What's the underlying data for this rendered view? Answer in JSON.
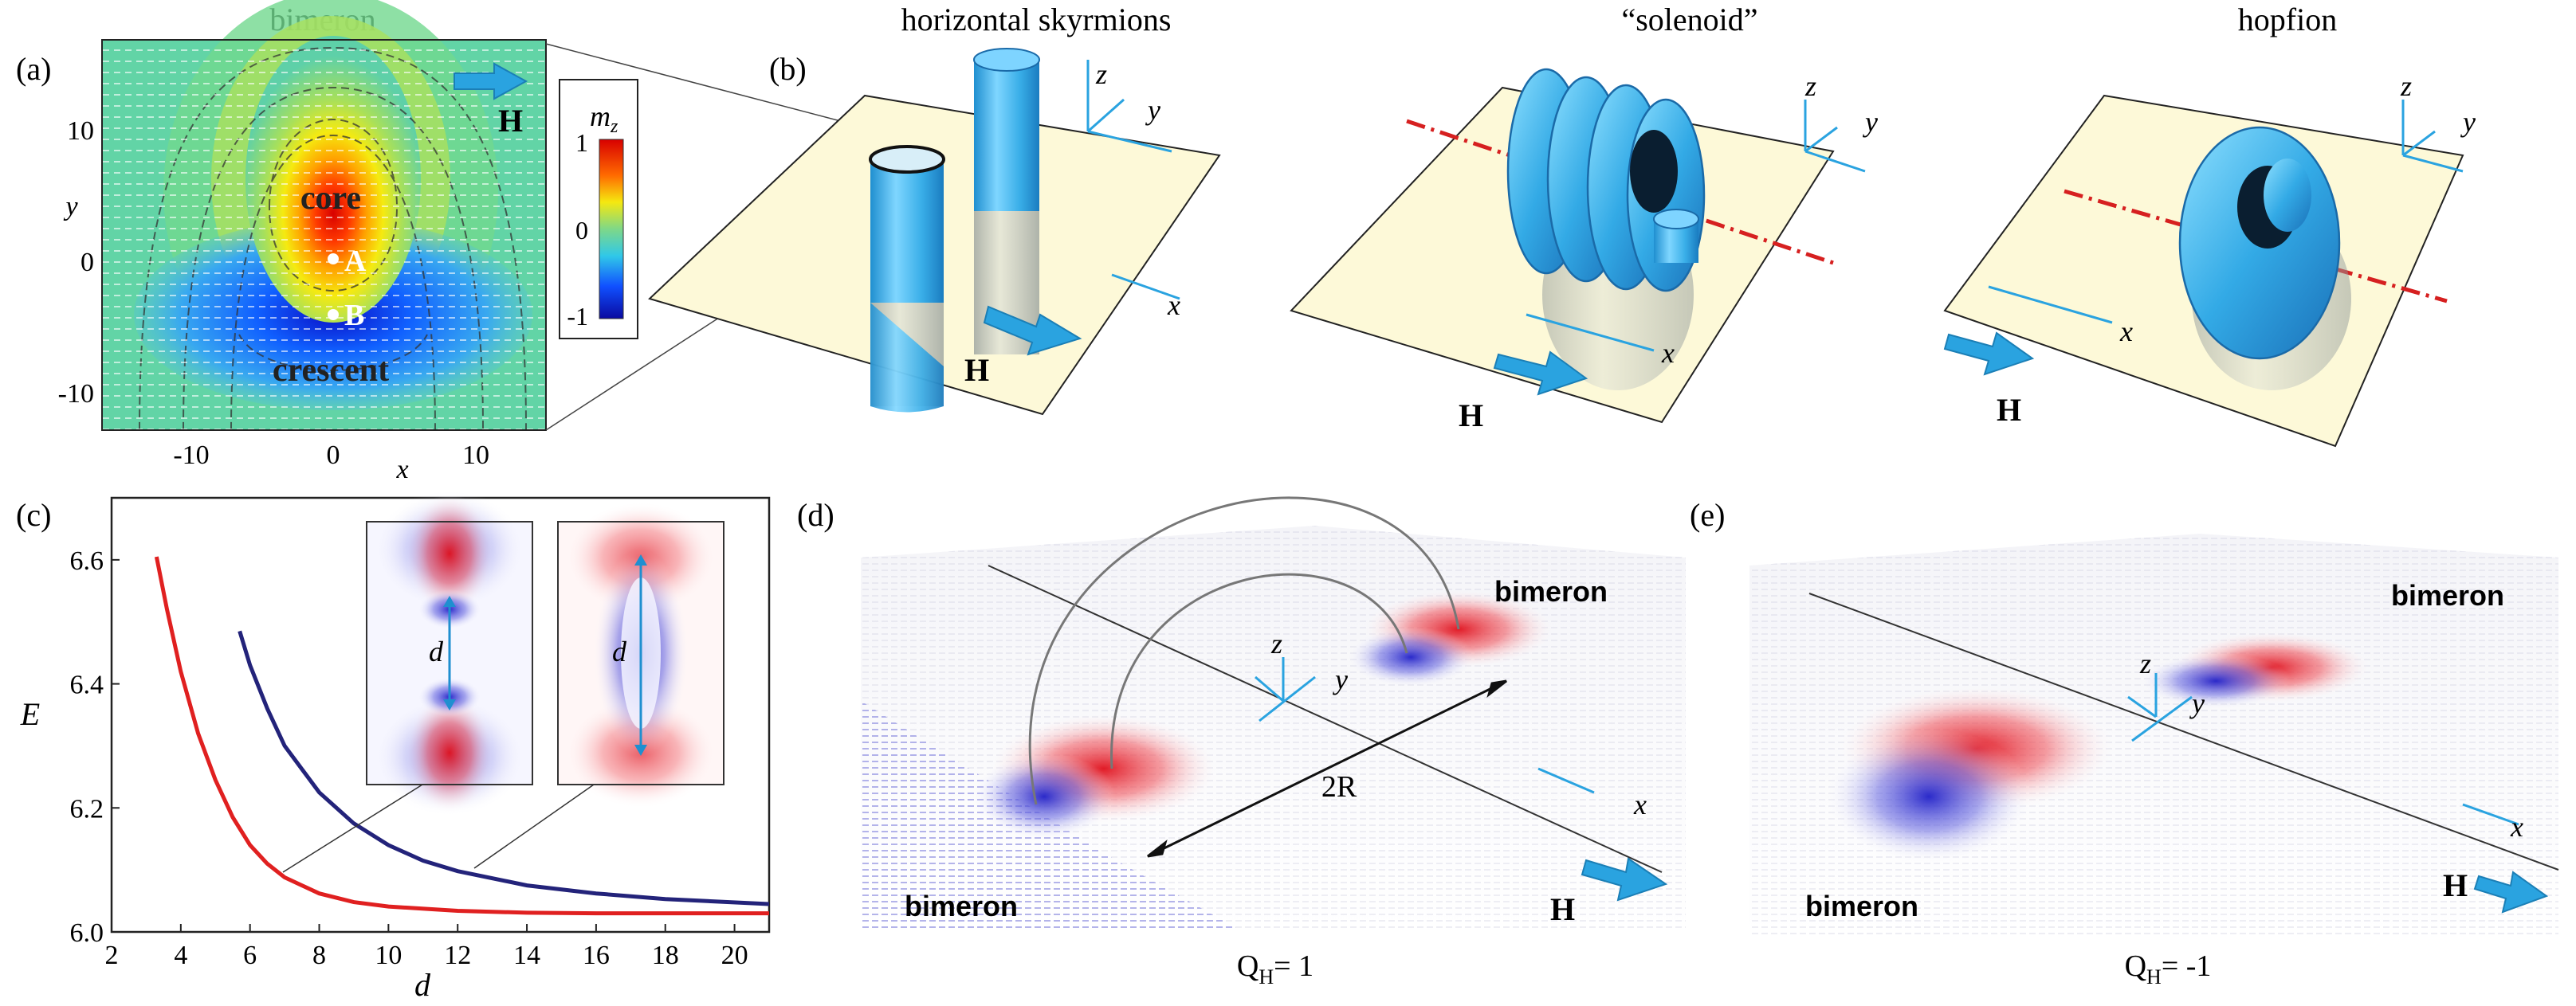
{
  "panels": {
    "a": {
      "letter": "(a)",
      "title": "bimeron",
      "x_ticks": [
        "-10",
        "0",
        "10"
      ],
      "y_ticks": [
        "10",
        "0",
        "-10"
      ],
      "xlabel": "x",
      "ylabel": "y",
      "core_label": "core",
      "crescent_label": "crescent",
      "point_a": "A",
      "point_b": "B",
      "field_label": "H",
      "colorbar_title": "m",
      "colorbar_subscript": "z",
      "colorbar_ticks": [
        "1",
        "0",
        "-1"
      ]
    },
    "b": {
      "letter": "(b)",
      "titles": [
        "horizontal skyrmions",
        "“solenoid”",
        "hopfion"
      ],
      "field_label": "H",
      "axis_x": "x",
      "axis_y": "y",
      "axis_z": "z"
    },
    "c": {
      "letter": "(c)",
      "xlabel": "d",
      "ylabel": "E",
      "inset_label": "d"
    },
    "d": {
      "letter": "(d)",
      "bimeron_top": "bimeron",
      "bimeron_bottom": "bimeron",
      "distance_label": "2R",
      "field_label": "H",
      "charge_label": "Q",
      "charge_sub": "H",
      "charge_value": "= 1",
      "axis_x": "x",
      "axis_y": "y",
      "axis_z": "z"
    },
    "e": {
      "letter": "(e)",
      "bimeron_top": "bimeron",
      "bimeron_bottom": "bimeron",
      "field_label": "H",
      "charge_label": "Q",
      "charge_sub": "H",
      "charge_value": "= -1",
      "axis_x": "x",
      "axis_y": "y",
      "axis_z": "z"
    }
  },
  "chart_data": {
    "type": "line",
    "xlabel": "d",
    "ylabel": "E",
    "xlim": [
      2,
      21
    ],
    "ylim": [
      6.0,
      6.7
    ],
    "x_ticks": [
      2,
      4,
      6,
      8,
      10,
      12,
      14,
      16,
      18,
      20
    ],
    "y_ticks": [
      6.0,
      6.2,
      6.4,
      6.6
    ],
    "series": [
      {
        "color": "#e02020",
        "x": [
          3.3,
          3.6,
          4.0,
          4.5,
          5.0,
          5.5,
          6.0,
          6.5,
          7.0,
          8.0,
          9.0,
          10.0,
          12.0,
          14.0,
          16.0,
          18.0,
          21.0
        ],
        "y": [
          6.605,
          6.52,
          6.42,
          6.32,
          6.245,
          6.185,
          6.14,
          6.11,
          6.088,
          6.062,
          6.048,
          6.041,
          6.034,
          6.031,
          6.03,
          6.03,
          6.03
        ]
      },
      {
        "color": "#23237a",
        "x": [
          5.7,
          6.0,
          6.5,
          7.0,
          8.0,
          9.0,
          10.0,
          11.0,
          12.0,
          14.0,
          16.0,
          18.0,
          21.0
        ],
        "y": [
          6.485,
          6.43,
          6.36,
          6.3,
          6.225,
          6.175,
          6.14,
          6.115,
          6.098,
          6.075,
          6.062,
          6.053,
          6.045
        ]
      }
    ]
  }
}
